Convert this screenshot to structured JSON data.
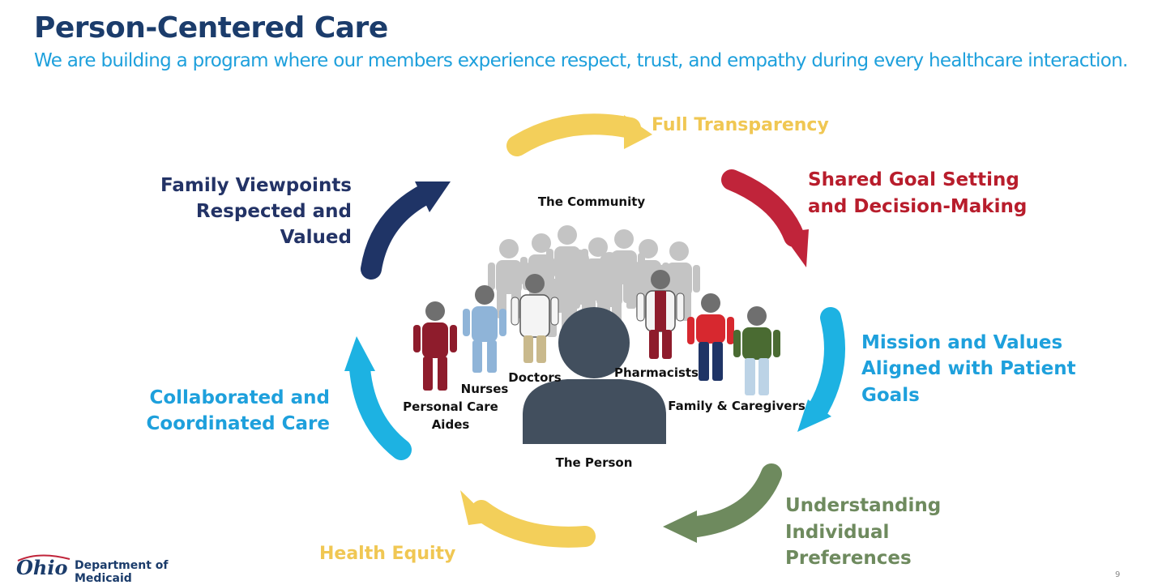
{
  "header": {
    "title": "Person-Centered Care",
    "subtitle": "We are building a program where our members experience respect, trust, and empathy during every healthcare interaction."
  },
  "cycle": {
    "transparency": "Full Transparency",
    "shared_goal_1": "Shared Goal Setting",
    "shared_goal_2": "and Decision-Making",
    "mission_1": "Mission and Values",
    "mission_2": "Aligned with Patient",
    "mission_3": "Goals",
    "understanding_1": "Understanding",
    "understanding_2": "Individual",
    "understanding_3": "Preferences",
    "equity": "Health Equity",
    "collab_1": "Collaborated and",
    "collab_2": "Coordinated Care",
    "family_1": "Family Viewpoints",
    "family_2": "Respected and",
    "family_3": "Valued"
  },
  "center": {
    "community": "The Community",
    "nurses": "Nurses",
    "doctors": "Doctors",
    "pharmacists": "Pharmacists",
    "aides_1": "Personal Care",
    "aides_2": "Aides",
    "family": "Family & Caregivers",
    "person": "The Person"
  },
  "footer": {
    "logo_word": "Ohio",
    "dept_1": "Department of",
    "dept_2": "Medicaid",
    "page_number": "9"
  },
  "colors": {
    "navy": "#1b3c6b",
    "blue": "#1ea0dc",
    "yellow": "#f3cf5a",
    "red": "#c0243a",
    "green": "#6e8a5e",
    "arrow_navy": "#1f3466",
    "person": "#424f5e",
    "crowd": "#c4c4c4"
  }
}
